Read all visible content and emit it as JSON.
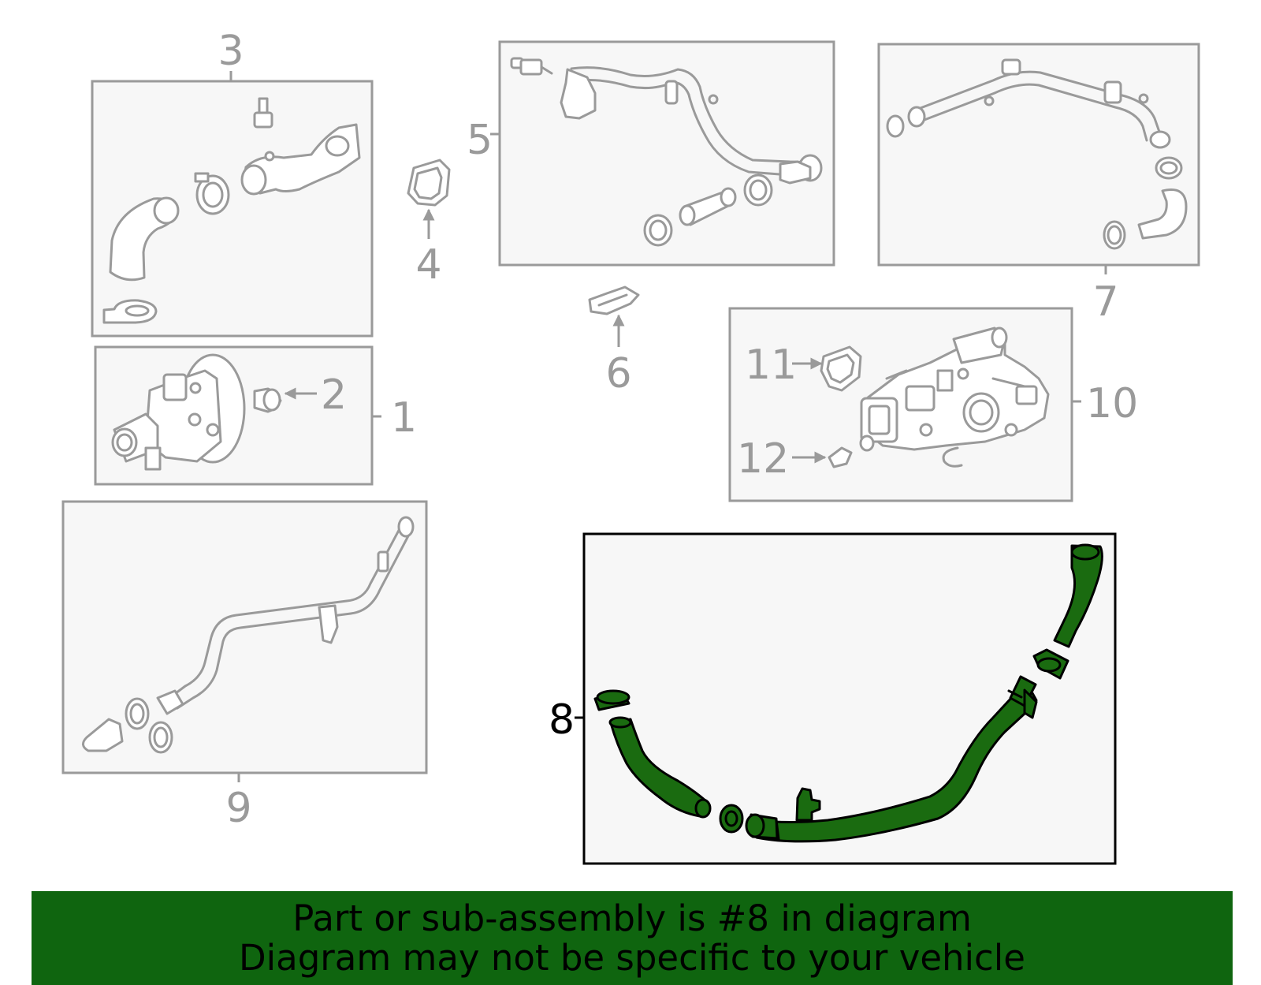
{
  "diagram": {
    "callouts": [
      "1",
      "2",
      "3",
      "4",
      "5",
      "6",
      "7",
      "8",
      "9",
      "10",
      "11",
      "12"
    ],
    "highlighted_callout": "8"
  },
  "colors": {
    "highlight_part": "#1a6b10",
    "banner_background": "#0f650f",
    "inactive_line": "#9a9a9a",
    "active_line": "#000000"
  },
  "banner": {
    "line1": "Part or sub-assembly is #8 in diagram",
    "line2": "Diagram may not be specific to your vehicle"
  }
}
